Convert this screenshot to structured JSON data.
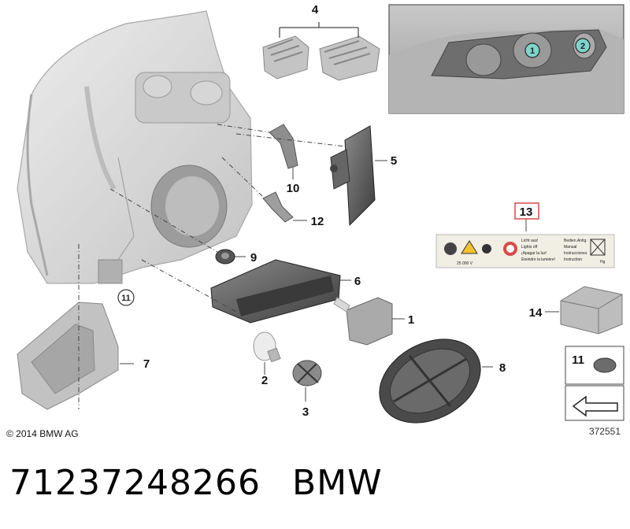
{
  "footer": {
    "part_number": "71237248266",
    "brand": "BMW"
  },
  "copyright": "© 2014 BMW AG",
  "diagram_id": "372551",
  "callouts": {
    "c1": "1",
    "c2": "2",
    "c3": "3",
    "c4": "4",
    "c5": "5",
    "c6": "6",
    "c7": "7",
    "c8": "8",
    "c9": "9",
    "c10": "10",
    "c11": "11",
    "c12": "12",
    "c13": "13",
    "c14": "14"
  },
  "inset": {
    "circle1": "1",
    "circle2": "2"
  },
  "legend_box": {
    "number": "11"
  },
  "warning_label": {
    "voltage": "25 000 V",
    "col1": [
      "Licht aus!",
      "Lights off",
      "¡Apagar la luz!",
      "Eteindre la lumière!"
    ],
    "col2": [
      "Bedien.Anltg.",
      "Manual",
      "Instrucciones",
      "Instruction"
    ],
    "hg": "Hg"
  },
  "colors": {
    "part_gray": "#b8b8b8",
    "dark_part": "#555555",
    "highlight": "#d84a4a",
    "inset_teal": "#7fd4cc"
  }
}
